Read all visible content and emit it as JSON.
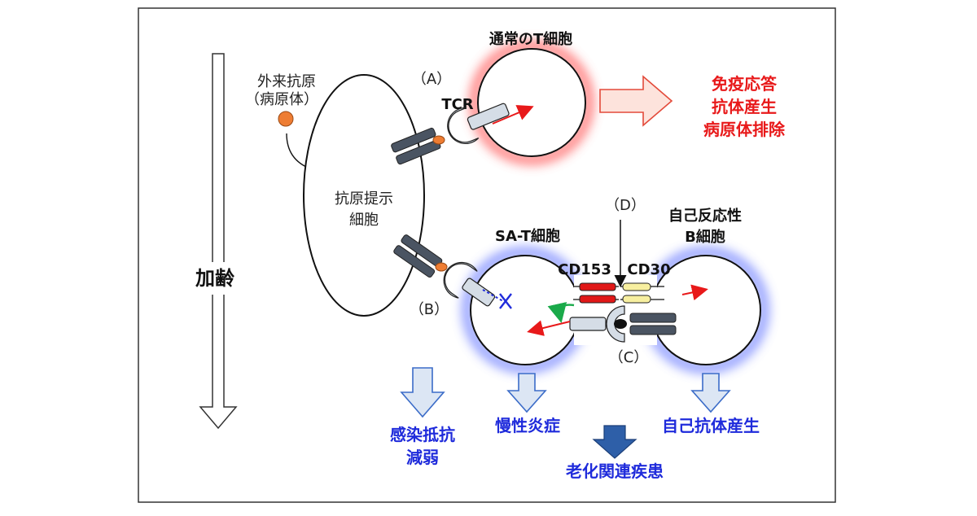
{
  "labels": {
    "aging": "加齢",
    "foreign_antigen_line1": "外来抗原",
    "foreign_antigen_line2": "（病原体）",
    "apc_line1": "抗原提示",
    "apc_line2": "細胞",
    "normal_t_cell": "通常のT細胞",
    "label_a": "（A）",
    "tcr": "TCR",
    "response_line1": "免疫応答",
    "response_line2": "抗体産生",
    "response_line3": "病原体排除",
    "label_b": "（B）",
    "sa_t_cell": "SA-T細胞",
    "label_c": "（C）",
    "label_d": "（D）",
    "autoreactive_b_line1": "自己反応性",
    "autoreactive_b_line2": "B細胞",
    "cd153": "CD153",
    "cd30": "CD30",
    "outcome_infection_line1": "感染抵抗",
    "outcome_infection_line2": "減弱",
    "outcome_inflammation": "慢性炎症",
    "outcome_autoantibody": "自己抗体産生",
    "outcome_aging_disease": "老化関連疾患"
  },
  "colors": {
    "red_text": "#e8191a",
    "blue_text": "#1f2bdb",
    "cell_outline": "#000000",
    "receptor_fill": "#d5dde6",
    "mhc_fill": "#4a5462",
    "antigen_fill": "#ee7d33",
    "normal_glow": "#ff5a5a",
    "sa_glow": "#5a6dff",
    "cd153_fill": "#e01818",
    "cd30_fill": "#f7efa0",
    "down_arrow_fill": "#dce6f4",
    "down_arrow_stroke": "#3b6cc8",
    "big_arrow_fill": "#2e5fa8",
    "response_arrow_fill": "#fde3dc",
    "response_arrow_stroke": "#e34a3a",
    "green_arrow": "#1aaa4a",
    "red_arrow": "#e8191a",
    "blue_x": "#1f2bdb"
  }
}
